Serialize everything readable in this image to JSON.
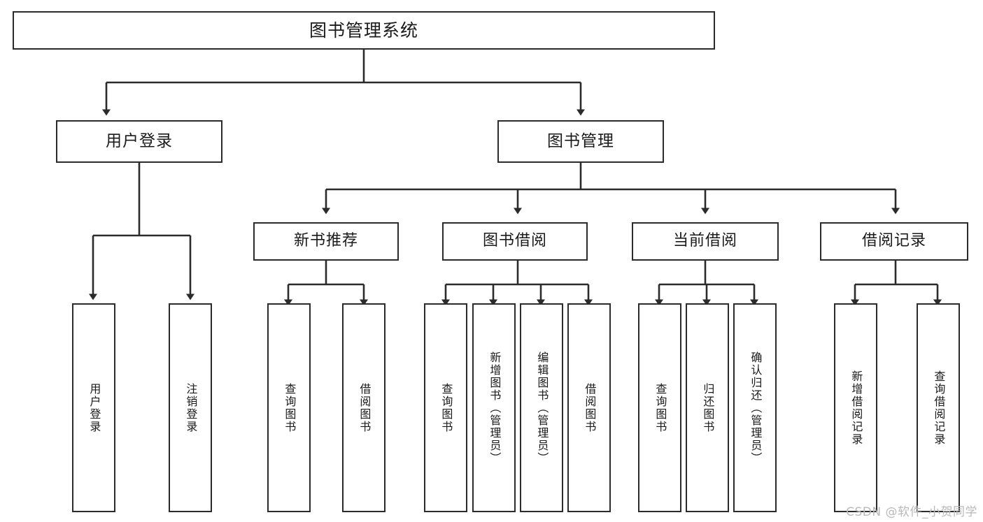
{
  "diagram": {
    "title": "图书管理系统",
    "type": "tree",
    "watermark": "CSDN @软件_小贺同学",
    "colors": {
      "box_border": "#2b2b2b",
      "box_fill": "#ffffff",
      "connector": "#2b2b2b",
      "text": "#1a1a1a",
      "watermark": "#b9b9b9"
    },
    "nodes": {
      "root": {
        "label": "图书管理系统",
        "level": 0
      },
      "l1": [
        {
          "id": "user-login",
          "label": "用户登录",
          "level": 1
        },
        {
          "id": "book-manage",
          "label": "图书管理",
          "level": 1
        }
      ],
      "l2": [
        {
          "id": "new-book-rec",
          "label": "新书推荐",
          "level": 2,
          "parent": "book-manage"
        },
        {
          "id": "book-borrow",
          "label": "图书借阅",
          "level": 2,
          "parent": "book-manage"
        },
        {
          "id": "current-borrow",
          "label": "当前借阅",
          "level": 2,
          "parent": "book-manage"
        },
        {
          "id": "borrow-record",
          "label": "借阅记录",
          "level": 2,
          "parent": "book-manage"
        }
      ],
      "leaves": [
        {
          "id": "leaf-user-login",
          "label": "用户登录",
          "parent": "user-login"
        },
        {
          "id": "leaf-user-logout",
          "label": "注销登录",
          "parent": "user-login"
        },
        {
          "id": "leaf-rec-query-book",
          "label": "查询图书",
          "parent": "new-book-rec"
        },
        {
          "id": "leaf-rec-borrow-book",
          "label": "借阅图书",
          "parent": "new-book-rec"
        },
        {
          "id": "leaf-brw-query-book",
          "label": "查询图书",
          "parent": "book-borrow"
        },
        {
          "id": "leaf-brw-add-book",
          "label": "新增图书（管理员）",
          "parent": "book-borrow"
        },
        {
          "id": "leaf-brw-edit-book",
          "label": "编辑图书（管理员）",
          "parent": "book-borrow"
        },
        {
          "id": "leaf-brw-borrow-book",
          "label": "借阅图书",
          "parent": "book-borrow"
        },
        {
          "id": "leaf-cur-query-book",
          "label": "查询图书",
          "parent": "current-borrow"
        },
        {
          "id": "leaf-cur-return-book",
          "label": "归还图书",
          "parent": "current-borrow"
        },
        {
          "id": "leaf-cur-confirm",
          "label": "确认归还（管理员）",
          "parent": "current-borrow"
        },
        {
          "id": "leaf-rec-add-record",
          "label": "新增借阅记录",
          "parent": "borrow-record"
        },
        {
          "id": "leaf-rec-query-record",
          "label": "查询借阅记录",
          "parent": "borrow-record"
        }
      ]
    }
  }
}
